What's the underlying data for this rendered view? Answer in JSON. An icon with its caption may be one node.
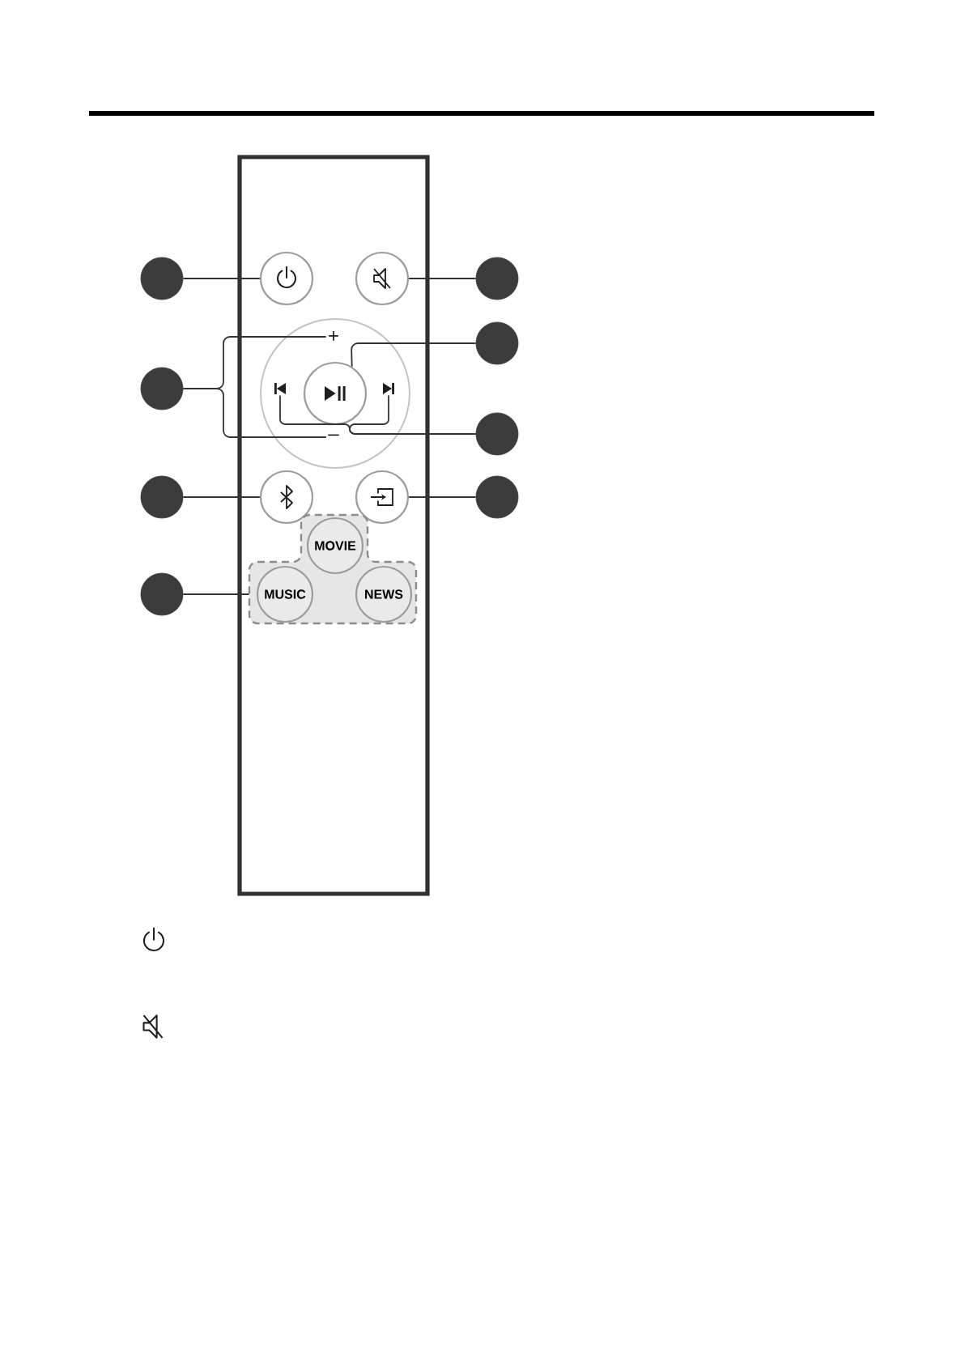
{
  "diagram": {
    "nodes": [
      {
        "text": [],
        "shape": "box"
      },
      {
        "text": [],
        "shape": "circle"
      },
      {
        "text": [],
        "shape": "circle",
        "in": 0
      },
      {
        "text": [],
        "shape": "circle",
        "in": 0
      },
      {
        "text": [],
        "shape": "circle"
      },
      {
        "text": [],
        "shape": "circle",
        "in": 0
      },
      {
        "text": [
          "+"
        ],
        "in": 5
      },
      {
        "text": [],
        "shape": "circle"
      },
      {
        "text": [],
        "shape": "circle"
      },
      {
        "text": [],
        "shape": "picture",
        "in": 5
      },
      {
        "text": [],
        "shape": "circle",
        "in": 5
      },
      {
        "text": [],
        "shape": "picture",
        "in": 5
      },
      {
        "text": [],
        "shape": "circle"
      },
      {
        "text": [
          "–"
        ],
        "in": 5
      },
      {
        "text": [],
        "shape": "circle"
      },
      {
        "text": [],
        "shape": "circle",
        "in": 0
      },
      {
        "text": [],
        "shape": "circle",
        "in": 0
      },
      {
        "text": [],
        "shape": "circle"
      },
      {
        "text": [],
        "shape": "box",
        "in": 0
      },
      {
        "text": [
          "MOVIE"
        ],
        "in": 18
      },
      {
        "text": [],
        "shape": "circle"
      },
      {
        "text": [
          "MUSIC"
        ],
        "in": 18
      },
      {
        "text": [
          "NEWS"
        ],
        "in": 18
      }
    ],
    "edges": [
      {
        "from": 1,
        "to": 2,
        "arrow": "none"
      },
      {
        "from": 4,
        "to": 3,
        "arrow": "none"
      },
      {
        "from": 7,
        "to": 10,
        "arrow": "none"
      },
      {
        "from": 8,
        "to": 6,
        "arrow": "none"
      },
      {
        "from": 8,
        "to": 13,
        "arrow": "none"
      },
      {
        "from": 12,
        "to": 9,
        "arrow": "none"
      },
      {
        "from": 12,
        "to": 11,
        "arrow": "none"
      },
      {
        "from": 14,
        "to": 15,
        "arrow": "none"
      },
      {
        "from": 17,
        "to": 16,
        "arrow": "none"
      },
      {
        "from": 20,
        "to": 18,
        "arrow": "none"
      }
    ]
  }
}
